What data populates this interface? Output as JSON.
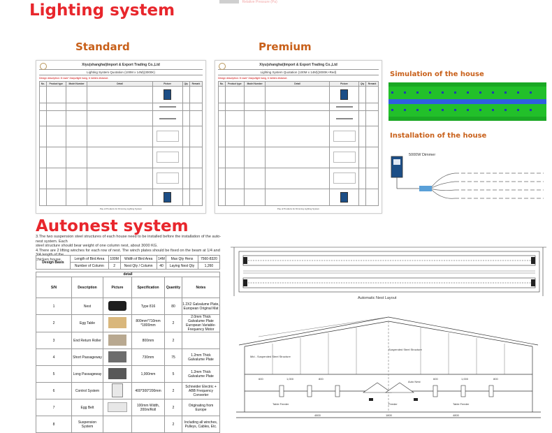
{
  "headings": {
    "lighting": "Lighting system",
    "standard": "Standard",
    "premium": "Premium",
    "simulation": "Simulation of the house",
    "installation": "Installation of the house",
    "autonest": "Autonest system",
    "top_faint": "Relative Pressure (Pa)"
  },
  "quote_standard": {
    "company": "Xiyu(shanghai)Import & Export Trading Co.,Ltd",
    "title": "Lighting System Quotation (100M x 14M)(3000K)",
    "note": "Design description: 8 rows* 2days/light hang, 6 meters distance.",
    "headers": [
      "No.",
      "Product type",
      "Model Number",
      "Detail",
      "Picture",
      "Qty",
      "Remark"
    ],
    "footer": "Pay of Products for Dimming Lighting System"
  },
  "quote_premium": {
    "company": "Xiyu(shanghai)Import & Export Trading Co.,Ltd",
    "title": "Lighting System Quotation (100M x 14M)(3000K+Red)",
    "note": "Design description: 8 rows* 2days/light hang, 6 meters distance.",
    "headers": [
      "No.",
      "Product type",
      "Model Number",
      "Detail",
      "Picture",
      "Qty",
      "Remark"
    ],
    "footer": "Pay of Products for Dimming Lighting System"
  },
  "installation_labels": {
    "dimmer": "5000W Dimmer"
  },
  "autonest": {
    "intro": [
      "3.The two suspension steel structures of each house need to be installed before the installation of the auto-nest system. Each",
      "steel structure should bear weight of one column nest, about 3000 KG.",
      "4.There are 2 lifting winches for each row of nest. The winch plates should be fixed on the beam at 1/4 and 3/4 length of the",
      "chicken house."
    ],
    "basis": {
      "label": "Design Basis",
      "r1": [
        "Length of Bird Area",
        "100M",
        "Width of Bird Area",
        "14M",
        "Max Qty Hens",
        "7560-8320"
      ],
      "r2": [
        "Number of Column",
        "2",
        "Nest Qty / Column",
        "40",
        "Laying Nest Qty",
        "1,260"
      ]
    },
    "detail_label": "detail",
    "headers": [
      "S/N",
      "Description",
      "Picture",
      "Specification",
      "Quantity",
      "Notes"
    ],
    "rows": [
      {
        "sn": "1",
        "desc": "Nest",
        "spec": "Type 816",
        "qty": "80",
        "note": "1.2X2 Galvalume Plate, European Original Mat"
      },
      {
        "sn": "2",
        "desc": "Egg Table",
        "spec": "800mm*710mm *1800mm",
        "qty": "2",
        "note": "2.0mm Thick Galvalume Plate European Variable-Frequency Motor"
      },
      {
        "sn": "3",
        "desc": "End Return Roller",
        "spec": "800mm",
        "qty": "2",
        "note": ""
      },
      {
        "sn": "4",
        "desc": "Short Passageway",
        "spec": "730mm",
        "qty": "75",
        "note": "1.2mm Thick Galvalume Plate"
      },
      {
        "sn": "5",
        "desc": "Long Passageway",
        "spec": "1,000mm",
        "qty": "5",
        "note": "1.2mm Thick Galvalume Plate"
      },
      {
        "sn": "6",
        "desc": "Control System",
        "spec": "400*300*200mm",
        "qty": "2",
        "note": "Schneider Electric + ABB Frequency Converter"
      },
      {
        "sn": "7",
        "desc": "Egg Belt",
        "spec": "100mm Width, 200m/Roll",
        "qty": "2",
        "note": "Originating from Europe"
      },
      {
        "sn": "8",
        "desc": "Suspension System",
        "spec": "",
        "qty": "2",
        "note": "Including all winches, Pulleys, Cables, Etc."
      }
    ]
  },
  "drawing": {
    "plan_title": "Automatic Nest Layout",
    "structure_label": "Suspended Steel Structure",
    "inner_label": "Mid - Suspended Steel Structure",
    "dims": [
      "600",
      "1,000",
      "800",
      "600",
      "1,000",
      "800"
    ],
    "table_labels": [
      "Table Feeder",
      "Auto Nest",
      "Feeder",
      "Table Feeder"
    ],
    "bottom_dims": [
      "4800",
      "4800",
      "1800"
    ]
  },
  "colors": {
    "red_heading": "#e8262c",
    "orange_heading": "#c8601a",
    "sim_green": "#22c02a",
    "sim_blue": "#2f5fe0"
  }
}
